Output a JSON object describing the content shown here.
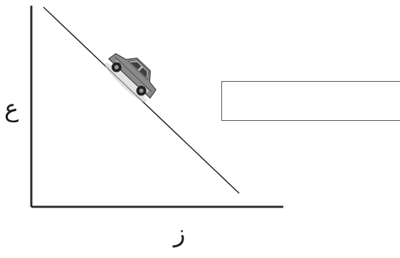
{
  "axes": {
    "y_label": "ع",
    "x_label": "ز"
  },
  "graph": {
    "description_type": "linear-decreasing",
    "object_icon": "car-icon"
  },
  "answer_box": {
    "value": ""
  },
  "colors": {
    "axis": "#2b2b2b",
    "line": "#1e1e1e",
    "car_body": "#8a8a8a",
    "background": "#ffffff"
  }
}
